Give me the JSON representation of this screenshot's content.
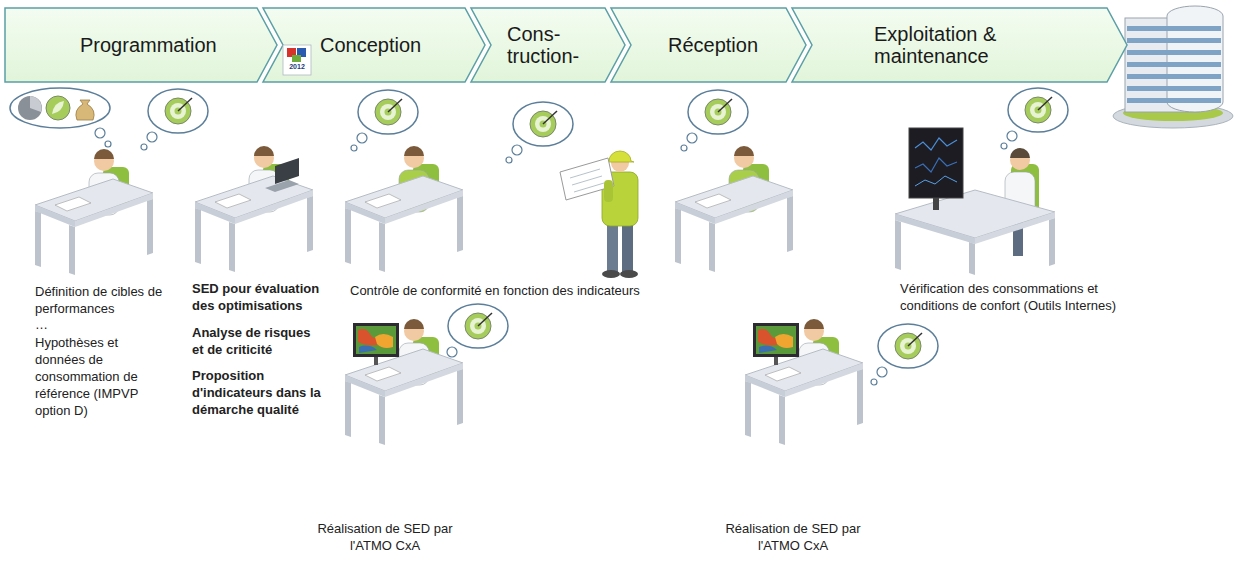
{
  "diagram": {
    "nodes": [
      {
        "text": [
          "Programmation"
        ]
      },
      {
        "text": [
          "Conception"
        ]
      },
      {
        "text": [
          "Cons- truction-"
        ]
      },
      {
        "text": [
          "Réception"
        ]
      },
      {
        "text": [
          "Exploitation & maintenance"
        ]
      }
    ],
    "labels": [
      "2012",
      "Définition de cibles de performances",
      "…",
      "Hypothèses et données de consommation de référence (IMPVP option D)",
      "SED pour évaluation des optimisations",
      "Analyse de risques et de criticité",
      "Proposition d'indicateurs dans la démarche qualité",
      "Contrôle de conformité en fonction des indicateurs",
      "Vérification des consommations et conditions de confort (Outils Internes)",
      "Réalisation de SED par l'ATMO CxA",
      "Réalisation de SED par l'ATMO CxA"
    ]
  }
}
